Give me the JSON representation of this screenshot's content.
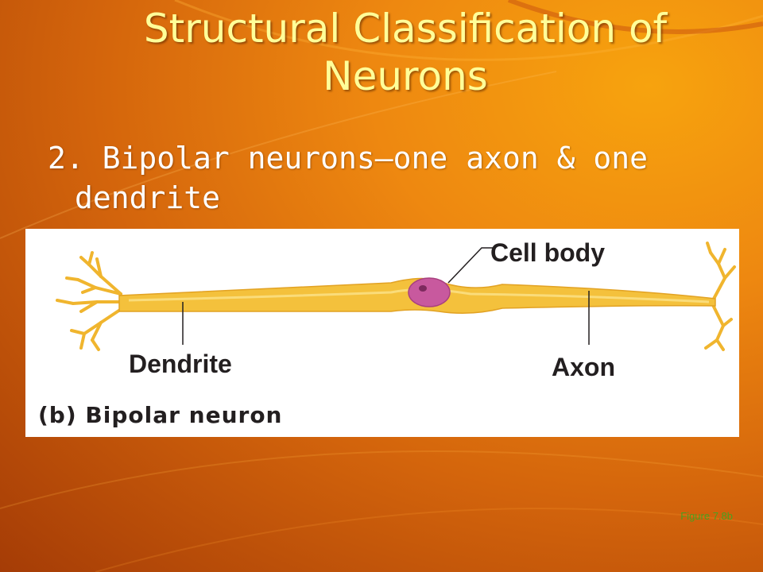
{
  "slide": {
    "title_line1": "Structural Classification of",
    "title_line2": "Neurons",
    "point_line1": "2. Bipolar neurons—one axon & one",
    "point_line2": "dendrite",
    "figure_ref": "Figure 7.8b",
    "background_colors": [
      "#f7a30e",
      "#ee8810",
      "#d4650c",
      "#a53c06"
    ]
  },
  "figure": {
    "cell_body_label": "Cell body",
    "dendrite_label": "Dendrite",
    "axon_label": "Axon",
    "caption": "(b) Bipolar neuron",
    "neuron_color": "#f4c13c",
    "nucleus_color": "#c8599e"
  }
}
